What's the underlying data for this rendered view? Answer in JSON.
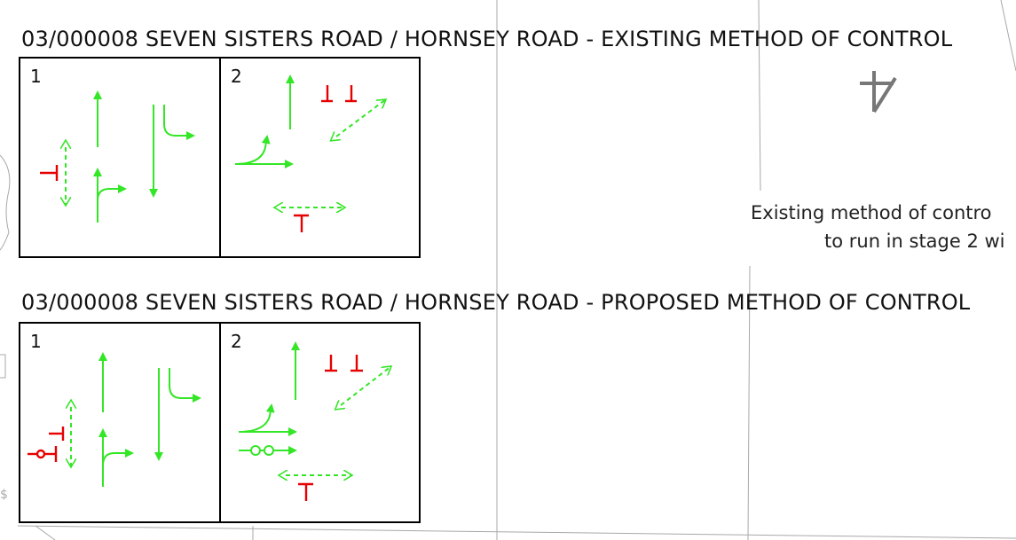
{
  "existing": {
    "title": "03/000008 SEVEN SISTERS ROAD / HORNSEY ROAD - EXISTING METHOD OF CONTROL",
    "stage1_label": "1",
    "stage2_label": "2"
  },
  "proposed": {
    "title": "03/000008 SEVEN SISTERS ROAD / HORNSEY ROAD - PROPOSED METHOD OF CONTROL",
    "stage1_label": "1",
    "stage2_label": "2"
  },
  "note": {
    "line1": "Existing method of contro",
    "line2": "to run in stage 2 wi"
  },
  "colors": {
    "go": "#33e626",
    "stop": "#e60000",
    "map_line": "#9a9a9a",
    "north_arrow": "#777777"
  },
  "icons": [
    "north-arrow-icon"
  ]
}
